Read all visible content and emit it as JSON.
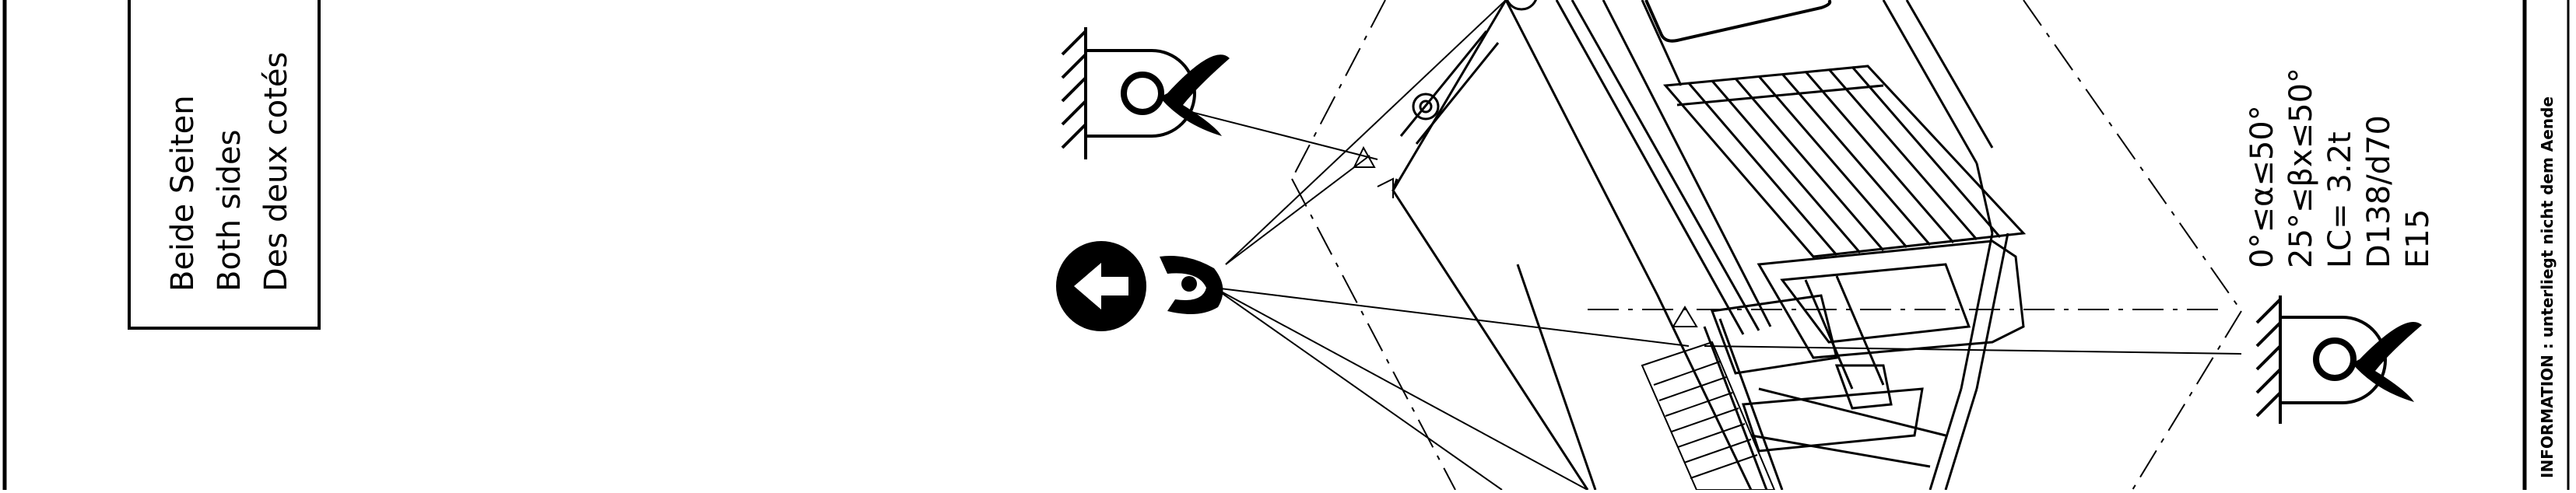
{
  "note_box": {
    "line1": "Beide Seiten",
    "line2": "Both sides",
    "line3": "Des deux cotés"
  },
  "lifting_spec": {
    "line1": "0°≤α≤50°",
    "line2": "25°≤βx≤50°",
    "line3": "LC= 3.2t",
    "line4": "D138/d70",
    "line5": "E15"
  },
  "info_strip": {
    "text": "INFORMATION : unterliegt nicht dem Aende"
  },
  "icons": [
    "hook-anchor-icon",
    "crane-hook-up-arrow-icon",
    "hook-anchor-icon"
  ],
  "colors": {
    "ink": "#000000",
    "paper": "#ffffff"
  }
}
